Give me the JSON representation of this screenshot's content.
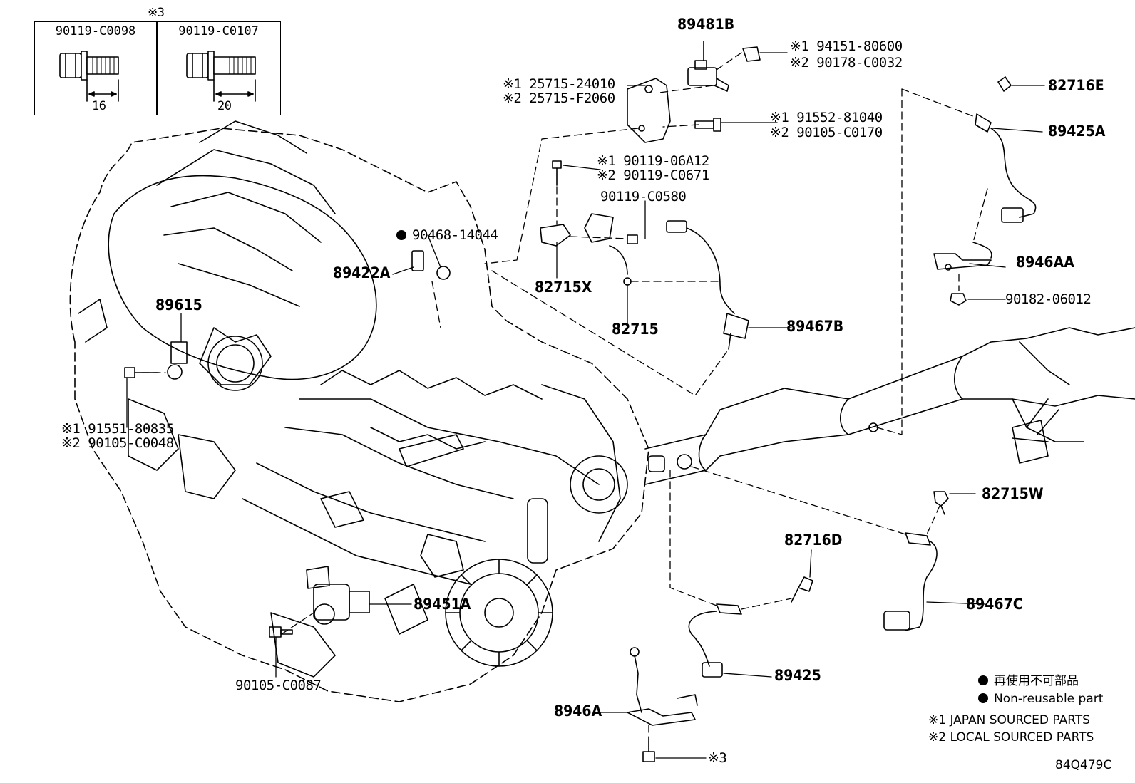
{
  "bolt_table": {
    "note": "※3",
    "columns": [
      {
        "part": "90119-C0098",
        "length": "16"
      },
      {
        "part": "90119-C0107",
        "length": "20"
      }
    ]
  },
  "labels": {
    "p89481B": "89481B",
    "p94151": "※1 94151-80600",
    "p90178": "※2 90178-C0032",
    "p25715a": "※1 25715-24010",
    "p25715b": "※2 25715-F2060",
    "p91552": "※1 91552-81040",
    "p90105c0170": "※2 90105-C0170",
    "p9011906": "※1 90119-06A12",
    "p90119c0671": "※2 90119-C0671",
    "p90119c0580": "90119-C0580",
    "p90468": "90468-14044",
    "p89422A": "89422A",
    "p82715X": "82715X",
    "p82715": "82715",
    "p89467B": "89467B",
    "p89615": "89615",
    "p91551": "※1 91551-80835",
    "p90105c0048": "※2 90105-C0048",
    "p82716E": "82716E",
    "p89425A": "89425A",
    "p8946AA": "8946AA",
    "p90182": "90182-06012",
    "p82715W": "82715W",
    "p82716D": "82716D",
    "p89451A": "89451A",
    "p89467C": "89467C",
    "p90105c0087": "90105-C0087",
    "p89425": "89425",
    "p8946A": "8946A",
    "p3ref": "※3"
  },
  "legend": {
    "jp_nonreusable": "再使用不可部品",
    "en_nonreusable": "Non-reusable part",
    "japan": "※1 JAPAN SOURCED PARTS",
    "local": "※2 LOCAL SOURCED PARTS"
  },
  "diagram_code": "84Q479C"
}
